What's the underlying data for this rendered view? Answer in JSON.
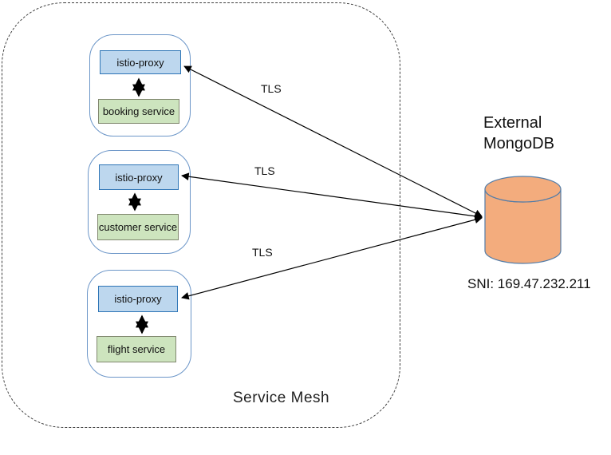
{
  "mesh": {
    "label": "Service Mesh",
    "pods": [
      {
        "proxy_label": "istio-proxy",
        "service_label": "booking service"
      },
      {
        "proxy_label": "istio-proxy",
        "service_label": "customer service"
      },
      {
        "proxy_label": "istio-proxy",
        "service_label": "flight service"
      }
    ]
  },
  "connections": [
    {
      "label": "TLS"
    },
    {
      "label": "TLS"
    },
    {
      "label": "TLS"
    }
  ],
  "external_db": {
    "title_line1": "External",
    "title_line2": "MongoDB",
    "sni": "SNI: 169.47.232.211"
  },
  "colors": {
    "proxy_fill": "#BDD7EE",
    "proxy_border": "#2E75B6",
    "service_fill": "#CDE4BE",
    "service_border": "#81886F",
    "pod_border": "#6C96C8",
    "db_fill": "#F3AC7D",
    "db_stroke": "#527CA8",
    "mesh_border": "#3D3D3D",
    "arrow": "#000000"
  }
}
